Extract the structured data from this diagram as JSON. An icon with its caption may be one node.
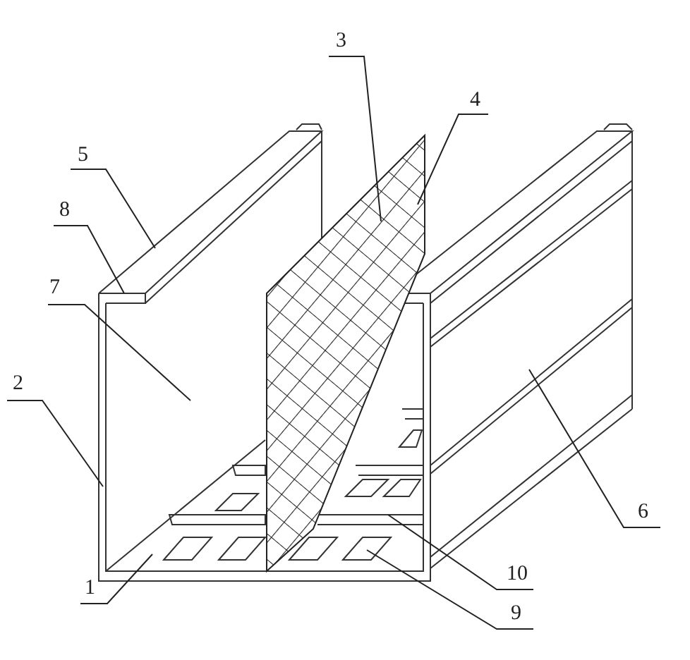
{
  "diagram": {
    "nodes": [
      {
        "text": [
          "3"
        ]
      },
      {
        "text": [
          "4"
        ]
      },
      {
        "text": [
          "5"
        ]
      },
      {
        "text": [
          "8"
        ]
      },
      {
        "text": [
          "7"
        ]
      },
      {
        "text": [
          "2"
        ]
      },
      {
        "text": [
          "6"
        ]
      },
      {
        "text": [
          "10"
        ]
      },
      {
        "text": [
          "1"
        ]
      },
      {
        "text": [
          "9"
        ]
      }
    ],
    "edges": [
      {
        "from": 0,
        "to": null,
        "arrow": "none"
      },
      {
        "from": 1,
        "to": null,
        "arrow": "none"
      },
      {
        "from": 2,
        "to": null,
        "arrow": "none"
      },
      {
        "from": 3,
        "to": null,
        "arrow": "none"
      },
      {
        "from": 4,
        "to": null,
        "arrow": "none"
      },
      {
        "from": 5,
        "to": null,
        "arrow": "none"
      },
      {
        "from": 6,
        "to": null,
        "arrow": "none"
      },
      {
        "from": 7,
        "to": null,
        "arrow": "none"
      },
      {
        "from": 8,
        "to": null,
        "arrow": "none"
      },
      {
        "from": 9,
        "to": null,
        "arrow": "none"
      }
    ]
  }
}
